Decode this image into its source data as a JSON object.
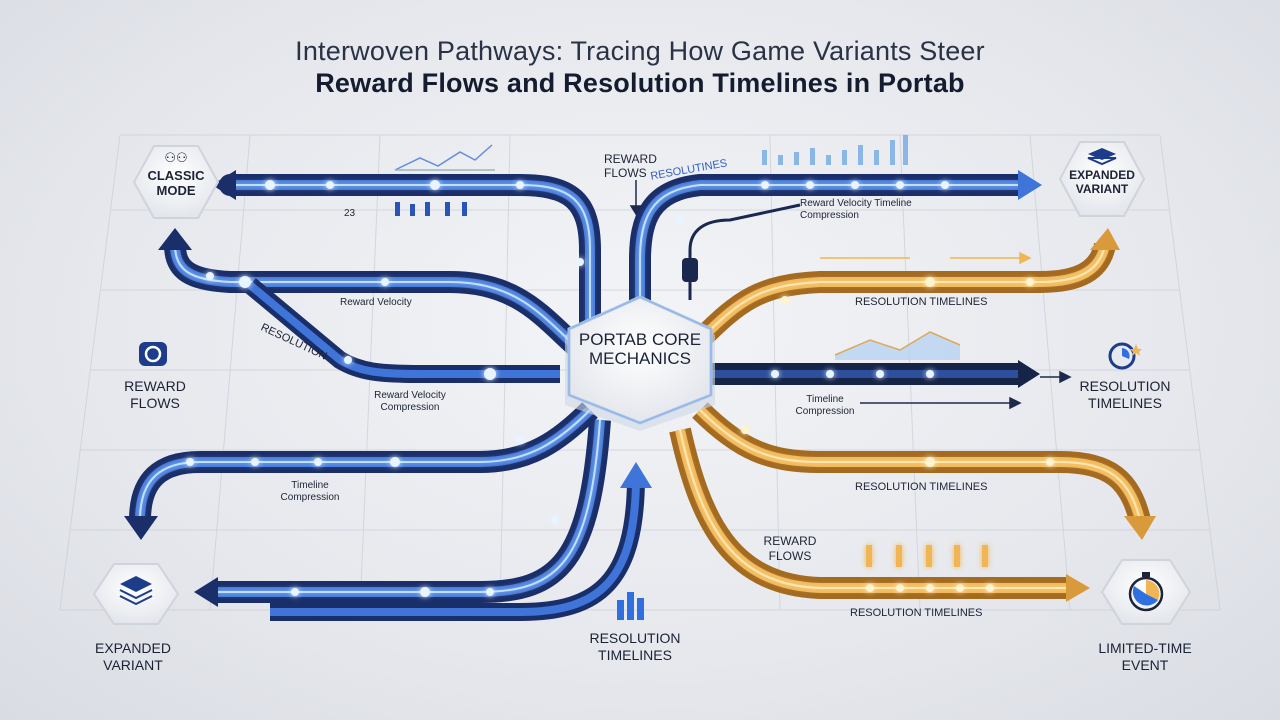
{
  "title": {
    "line1": "Interwoven Pathways: Tracing How Game Variants Steer",
    "line2": "Reward Flows and Resolution Timelines in Portab"
  },
  "center": {
    "label": "PORTAB CORE MECHANICS"
  },
  "nodes": {
    "classic": {
      "label": "CLASSIC MODE"
    },
    "expanded_top": {
      "label": "EXPANDED VARIANT"
    },
    "reward_flows_left": {
      "label": "REWARD FLOWS"
    },
    "resolution_right": {
      "label": "RESOLUTION TIMELINES"
    },
    "expanded_bottom": {
      "label": "EXPANDED VARIANT"
    },
    "resolution_bottom": {
      "label": "RESOLUTION TIMELINES"
    },
    "limited_time": {
      "label": "LIMITED-TIME EVENT"
    }
  },
  "labels": {
    "reward_flows_top": "REWARD FLOWS",
    "resolutines": "RESOLUTINES",
    "reward_velocity_tc": "Reward Velocity Timeline Compression",
    "resolution_timelines_1": "RESOLUTION TIMELINES",
    "reward_velocity": "Reward Velocity",
    "resolution_diag": "RESOLUTION",
    "reward_velocity_compression": "Reward Velocity Compression",
    "timeline_compression_right": "Timeline Compression",
    "resolution_timelines_2": "RESOLUTION TIMELINES",
    "timeline_compression_left": "Timeline Compression",
    "reward_flows_br": "REWARD FLOWS",
    "resolution_timelines_3": "RESOLUTION TIMELINES",
    "counter": "23"
  },
  "colors": {
    "blue_track": "#1f3f8f",
    "blue_glow": "#4aa3ff",
    "gold_track": "#d89a3a",
    "gold_glow": "#ffcc66",
    "navy_track": "#1a2850"
  }
}
